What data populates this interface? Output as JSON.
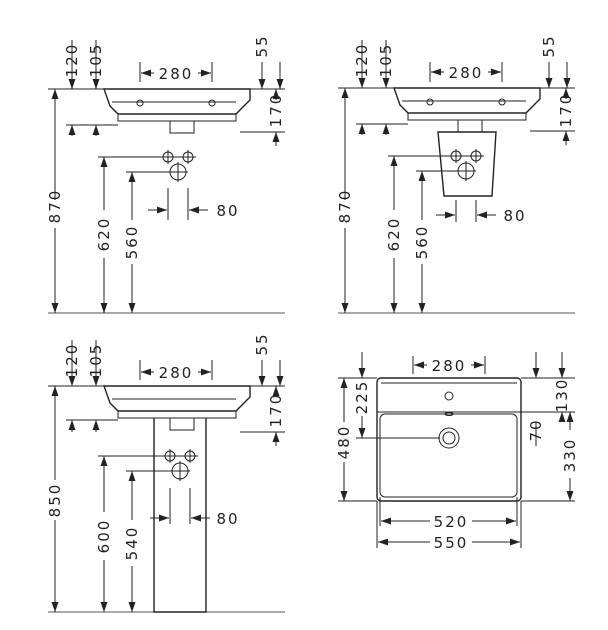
{
  "views": {
    "top_left": {
      "d120": "120",
      "d105": "105",
      "d280": "280",
      "d55": "55",
      "d170": "170",
      "d870": "870",
      "d620": "620",
      "d560": "560",
      "d80": "80"
    },
    "top_right": {
      "d120": "120",
      "d105": "105",
      "d280": "280",
      "d55": "55",
      "d170": "170",
      "d870": "870",
      "d620": "620",
      "d560": "560",
      "d80": "80"
    },
    "bottom_left": {
      "d120": "120",
      "d105": "105",
      "d280": "280",
      "d55": "55",
      "d170": "170",
      "d850": "850",
      "d600": "600",
      "d540": "540",
      "d80": "80"
    },
    "plan": {
      "d280": "280",
      "d225": "225",
      "d480": "480",
      "d130": "130",
      "d70": "70",
      "d330": "330",
      "d520": "520",
      "d550": "550"
    }
  }
}
